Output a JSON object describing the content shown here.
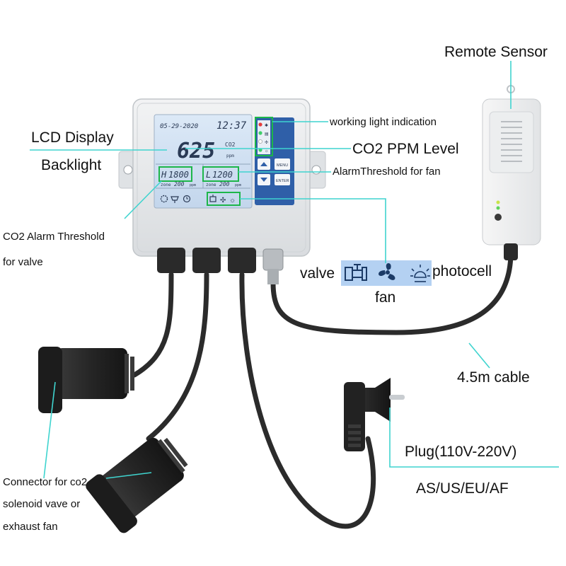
{
  "labels": {
    "remote_sensor": "Remote Sensor",
    "lcd_display": "LCD Display",
    "backlight": "Backlight",
    "working_light": "working light indication",
    "co2_ppm_level": "CO2 PPM Level",
    "alarm_fan": "AlarmThreshold for fan",
    "co2_alarm_valve_1": "CO2 Alarm Threshold",
    "co2_alarm_valve_2": "for valve",
    "valve": "valve",
    "fan": "fan",
    "photocell": "photocell",
    "cable": "4.5m cable",
    "plug_1": "Plug(110V-220V)",
    "plug_2": "AS/US/EU/AF",
    "connector_1": "Connector for co2",
    "connector_2": "solenoid vave or",
    "connector_3": "exhaust fan"
  },
  "lcd": {
    "date": "05-29-2020",
    "time": "12:37",
    "ppm_value": "625",
    "co2_unit": "CO2",
    "ppm_unit": "ppm",
    "high_label": "H",
    "high_value": "1800",
    "low_label": "L",
    "low_value": "1200",
    "zone_label": "zone",
    "zone_high": "200",
    "zone_low": "200",
    "zone_unit": "ppm"
  },
  "buttons": {
    "menu": "MENU",
    "enter": "ENTER"
  },
  "colors": {
    "callout_line": "#3fd4cf",
    "highlight_box": "#1db64a",
    "lcd_background": "#cfe0f3",
    "device_body": "#e6e8ea",
    "cable": "#2b2b2b"
  },
  "icons": [
    "valve-icon",
    "fan-icon",
    "photocell-icon"
  ]
}
